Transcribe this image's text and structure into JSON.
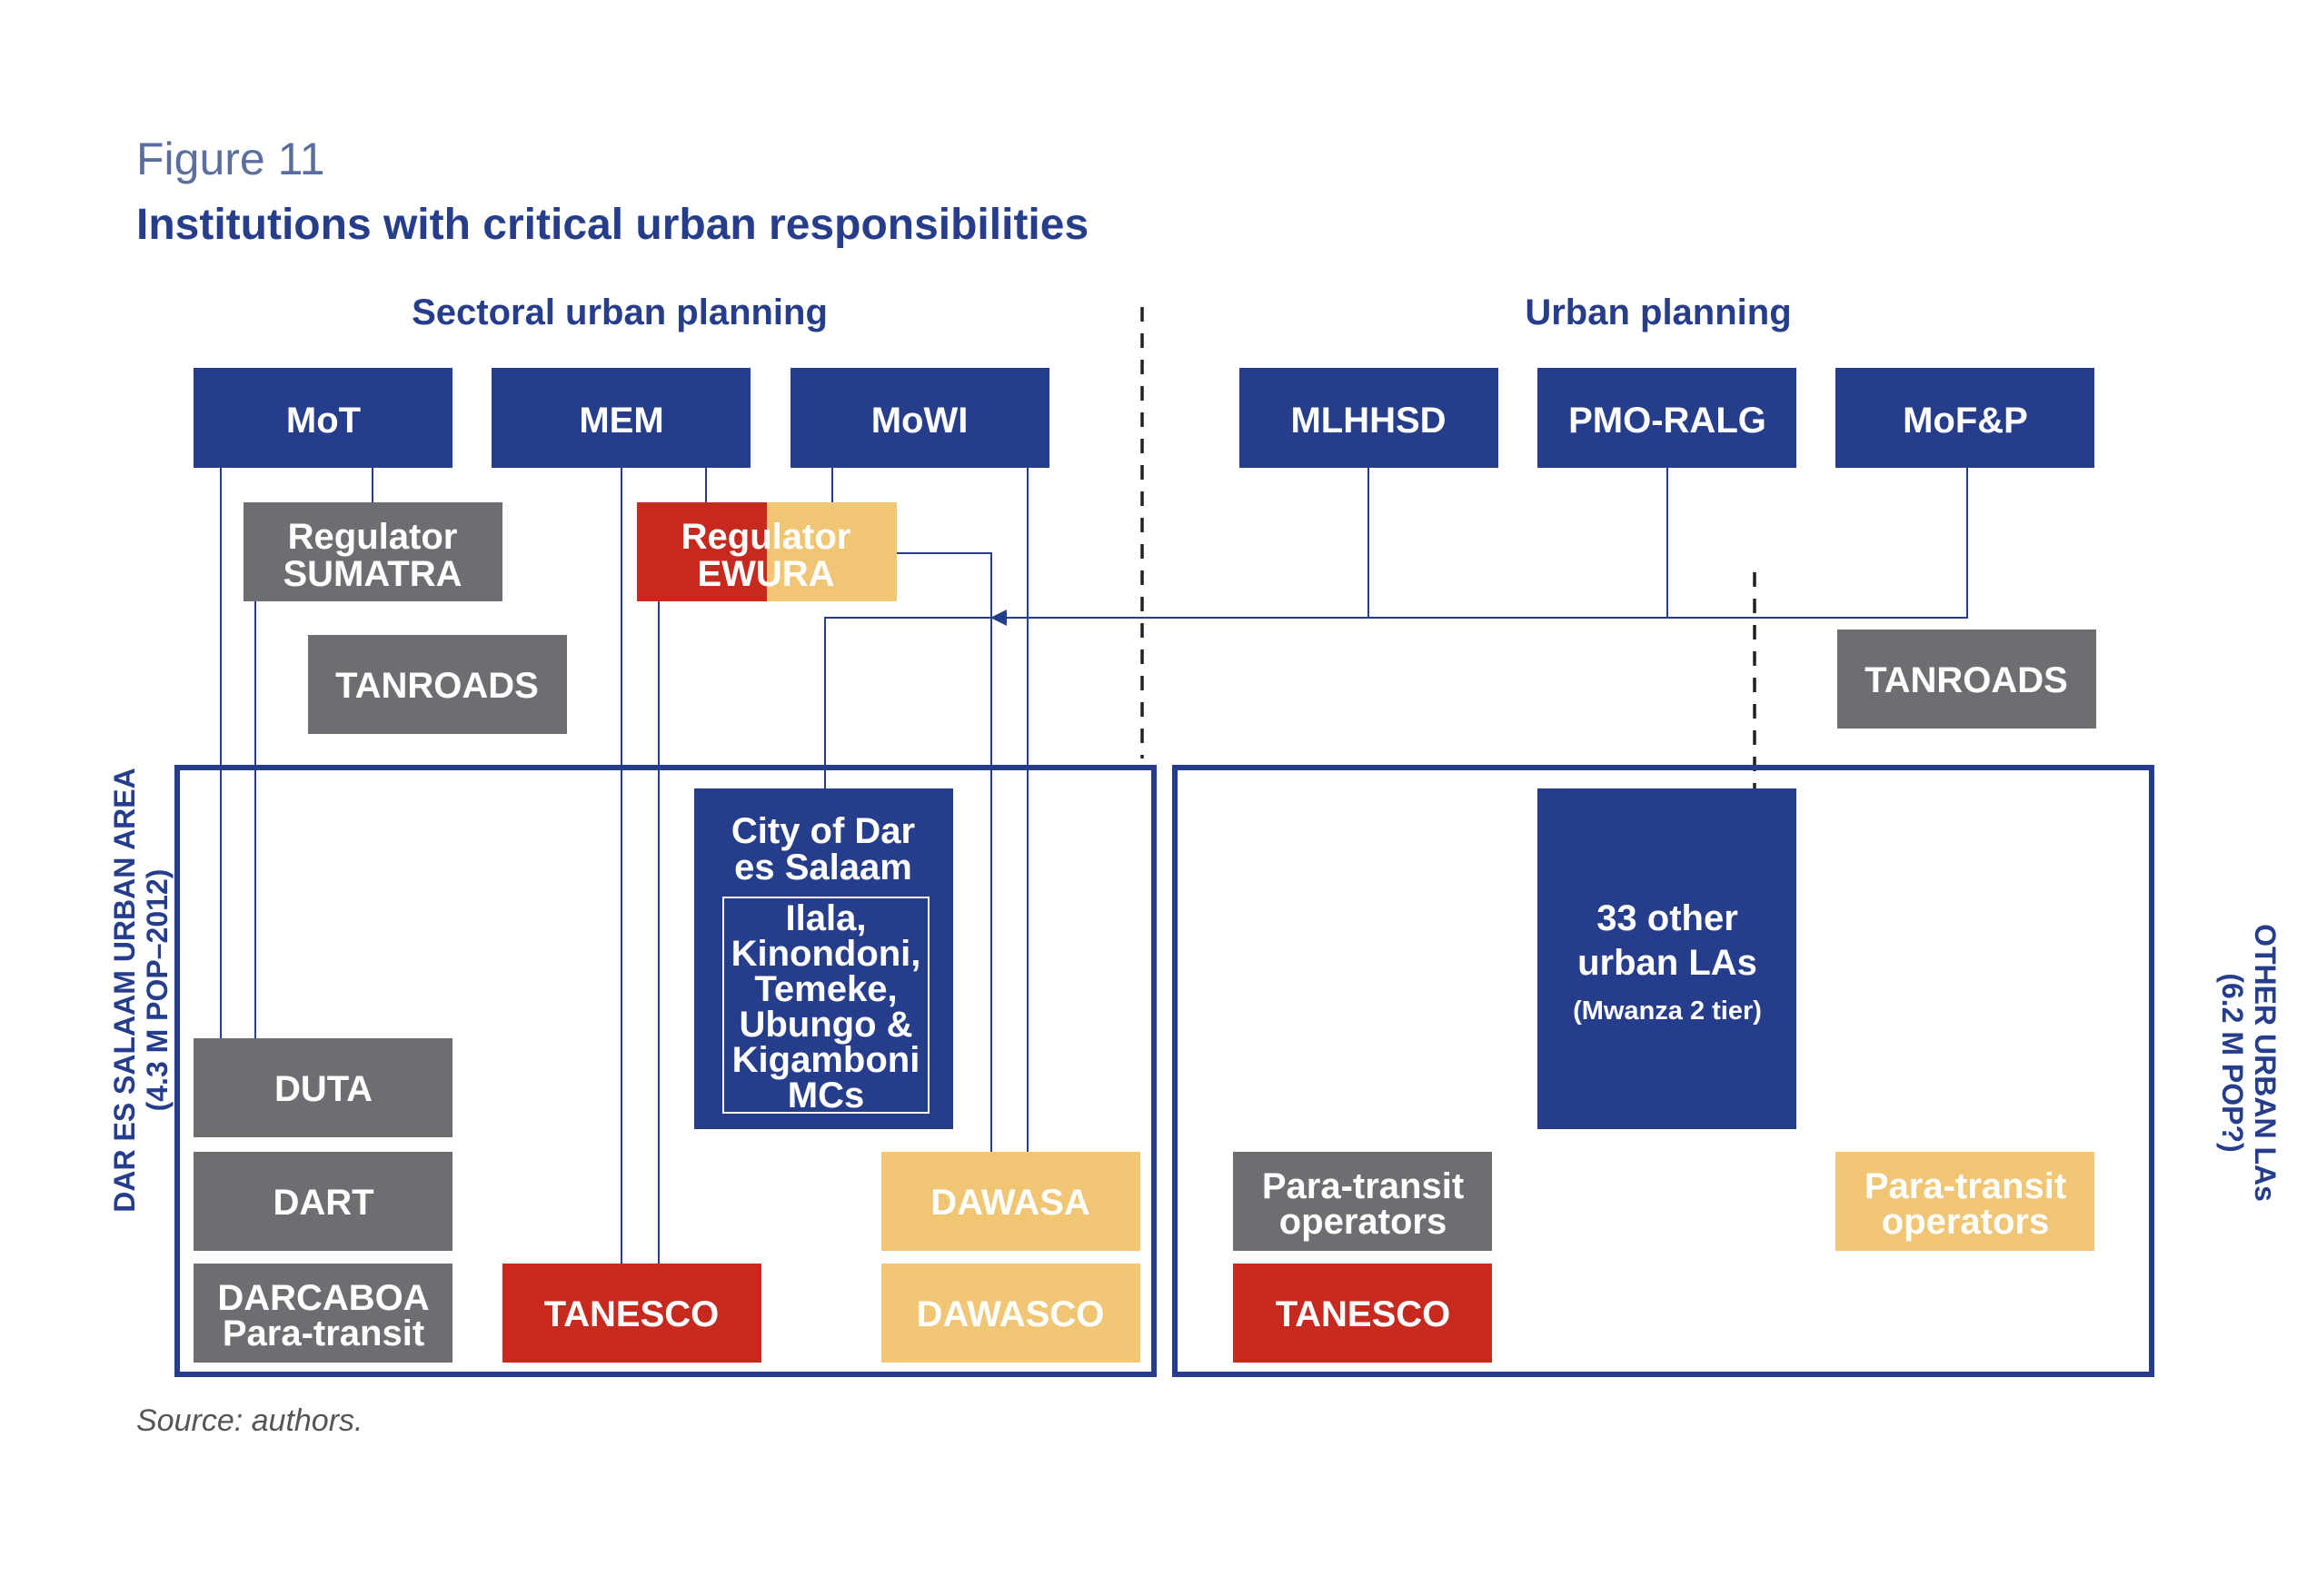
{
  "figure": {
    "label": "Figure 11",
    "title": "Institutions with critical urban responsibilities",
    "source": "Source: authors."
  },
  "sections": {
    "sectoral": "Sectoral urban planning",
    "urban": "Urban planning"
  },
  "regions": {
    "dar": {
      "line1": "DAR ES SALAAM URBAN AREA",
      "line2": "(4.3 M POP–2012)"
    },
    "other": {
      "line1": "OTHER URBAN LAs",
      "line2": "(6.2 M POP?)"
    }
  },
  "boxes": {
    "mot": [
      "MoT"
    ],
    "mem": [
      "MEM"
    ],
    "mowi": [
      "MoWI"
    ],
    "mlhhsd": [
      "MLHHSD"
    ],
    "pmoralg": [
      "PMO-RALG"
    ],
    "mofp": [
      "MoF&P"
    ],
    "sumatra": [
      "Regulator",
      "SUMATRA"
    ],
    "ewura": [
      "Regulator",
      "EWURA"
    ],
    "tanroads_left": [
      "TANROADS"
    ],
    "tanroads_right": [
      "TANROADS"
    ],
    "city": [
      "City of Dar",
      "es Salaam"
    ],
    "mcs": [
      "Ilala,",
      "Kinondoni,",
      "Temeke,",
      "Ubungo &",
      "Kigamboni",
      "MCs"
    ],
    "other_las": [
      "33 other",
      "urban LAs"
    ],
    "other_las_note": "(Mwanza 2 tier)",
    "duta": [
      "DUTA"
    ],
    "dart": [
      "DART"
    ],
    "darcaboa": [
      "DARCABOA",
      "Para-transit"
    ],
    "tanesco_left": [
      "TANESCO"
    ],
    "dawasa": [
      "DAWASA"
    ],
    "dawasco": [
      "DAWASCO"
    ],
    "paratransit_grey": [
      "Para-transit",
      "operators"
    ],
    "tanesco_right": [
      "TANESCO"
    ],
    "paratransit_yellow": [
      "Para-transit",
      "operators"
    ]
  },
  "colors": {
    "navy": "#263D8C",
    "grey": "#6D6E71",
    "red": "#C8291E",
    "yellow": "#F0C674",
    "figure_label": "#5B6E9E",
    "title": "#263D8C",
    "source": "#555555"
  }
}
